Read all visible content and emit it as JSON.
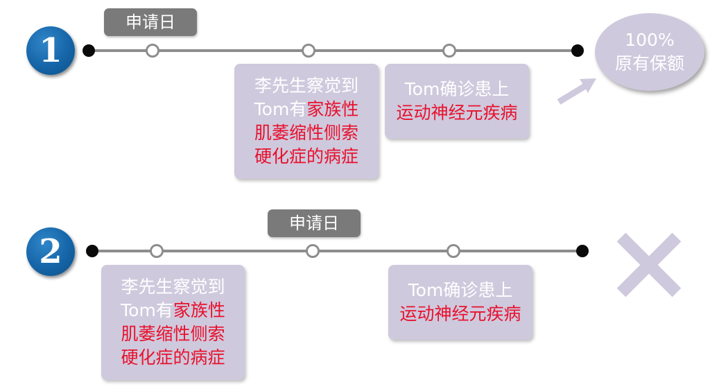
{
  "row1": {
    "number": "1",
    "tag": "申请日",
    "box_a": {
      "line1": "李先生察觉到",
      "line2_plain": "Tom有",
      "line2_red": "家族性",
      "line3": "肌萎缩性侧索",
      "line4": "硬化症的病症"
    },
    "box_b": {
      "line1": "Tom确诊患上",
      "line2": "运动神经元疾病"
    },
    "result": {
      "line1": "100%",
      "line2": "原有保额"
    }
  },
  "row2": {
    "number": "2",
    "tag": "申请日",
    "box_a": {
      "line1": "李先生察觉到",
      "line2_plain": "Tom有",
      "line2_red": "家族性",
      "line3": "肌萎缩性侧索",
      "line4": "硬化症的病症"
    },
    "box_b": {
      "line1": "Tom确诊患上",
      "line2": "运动神经元疾病"
    },
    "result_icon": "cross-icon"
  },
  "colors": {
    "badge_blue": "#1565a8",
    "line_gray": "#8d8d8d",
    "tag_gray": "#7a7a7a",
    "box_lavender": "#cfc9dd",
    "highlight_red": "#e8112d"
  }
}
